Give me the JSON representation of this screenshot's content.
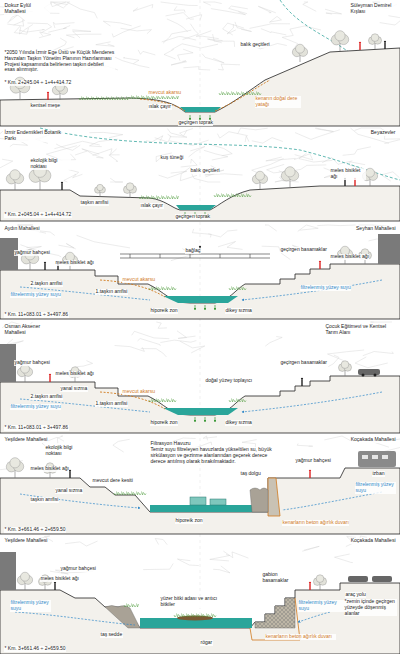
{
  "diagram": {
    "labels": [
      "Dokuz Eylül Mahallesi",
      "Süleyman Demirel Kışlası",
      "balık geçitleri",
      "*2050 Yılında İzmir Ege Üstü ve Küçük Menderes Havzaları Taşkın Yönetim Planının Hazırlanması Projesi kapsamında belirlenen taşkın debileri esas alınmıştır.",
      "* Km. 2+245.04 ÷ 1+4+414.72",
      "mevcut akarsu",
      "kenarın doğal dere yatağı",
      "kentsel meşe",
      "ıslak çayır",
      "geçirgen toprak",
      "İzmir Endemikleri Botanik Parkı",
      "Beyazevler",
      "ekolojik bilgi noktası",
      "kuş tüneği",
      "balık geçitleri",
      "meles bisiklet ağı",
      "taşkın amfisi",
      "ıslak çayır",
      "geçirgen toprak",
      "* Km. 2+045.04 ÷ 1+4+414.72",
      "Aydın Mahallesi",
      "Seyhan Mahallesi",
      "yağmur bahçesi",
      "meles bisiklet ağı",
      "bağlaç",
      "geçirgen basamaklar",
      "meles bisiklet ağı",
      "mevcut akarsu",
      "2.taşkın amfisi",
      "1.taşkın amfisi",
      "filtrelenmiş yüzey suyu",
      "filtrelenmiş yüzey suyu",
      "hiporeik zon",
      "dikey sızma",
      "* Km. 11+083.01 ÷ 3+497.86",
      "Osman Aksener Mahallesi",
      "Çocuk Eğitimevi ve Kentsel Tarım Alanı",
      "yağmur bahçesi",
      "meles bisiklet ağı",
      "geçirgen basamaklar",
      "mevcut akarsu",
      "doğal yüzey toplayıcı",
      "yanal sızma",
      "2.taşkın amfisi",
      "1.taşkın amfisi",
      "filtrelenmiş yüzey suyu",
      "hiporeik zon",
      "dikey sızma",
      "* Km. 11+083.01 ÷ 3+497.86",
      "Yeşildere Mahallesi",
      "Koçakada Mahallesi",
      "ekolojik bilgi noktası",
      "Filtrasyon Havuzu",
      "Temiz suyu filtreleyen havuzlarda yükseltilen su, büyük sirkülasyon ve gezinme alanlarından geçerek derece derece arıtılmış olarak bırakılmaktadır.",
      "meles bisiklet ağı",
      "taş dolgu",
      "yağmur bahçesi",
      "mevcut dere kesiti",
      "yanal sızma",
      "taşkın amfisi",
      "filtrelenmiş yüzey suyu",
      "hiporeik zon",
      "kenarların beton ağırlık duvarı",
      "izban",
      "* Km. 3+661.46 ÷ 2+659.50",
      "Yeşildere Mahallesi",
      "Koçakada Mahallesi",
      "yağmur bahçesi",
      "meles bisiklet ağı",
      "gabion basamaklar",
      "yüzer bitki adası ve arıtıcı bitkiler",
      "araç yolu",
      "*zemin içinde geçirgen yüzeyde döşenmiş alanlar",
      "filtrelenmiş yüzey suyu",
      "filtrelenmiş yüzey suyu",
      "taş sedde",
      "rögar",
      "kenarların beton ağırlık duvarı",
      "* Km. 3+661.46 ÷ 2+659.50"
    ]
  }
}
